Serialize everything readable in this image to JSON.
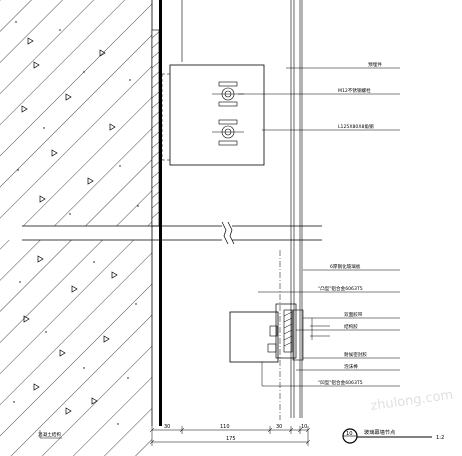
{
  "labels": {
    "top_right_1": "预埋件",
    "top_right_2": "M12不锈钢螺栓",
    "top_right_3": "L125X80X8角钢",
    "mid_right_1": "6厚钢化玻璃板",
    "mid_right_2": "\"凸型\"铝合金6063T5",
    "low_right_1": "双面胶带",
    "low_right_2": "结构胶",
    "low_right_3": "耐候密封胶",
    "low_right_4": "泡沫棒",
    "low_right_5": "\"凹型\"铝合金6063T5",
    "left_bottom": "混凝土结构"
  },
  "dimensions": {
    "d1": "30",
    "d2": "110",
    "d3": "30",
    "d4": "10",
    "total": "175"
  },
  "title": {
    "number": "10",
    "text": "玻璃幕墙节点",
    "scale": "1:2"
  },
  "watermark": "zhulong.com"
}
